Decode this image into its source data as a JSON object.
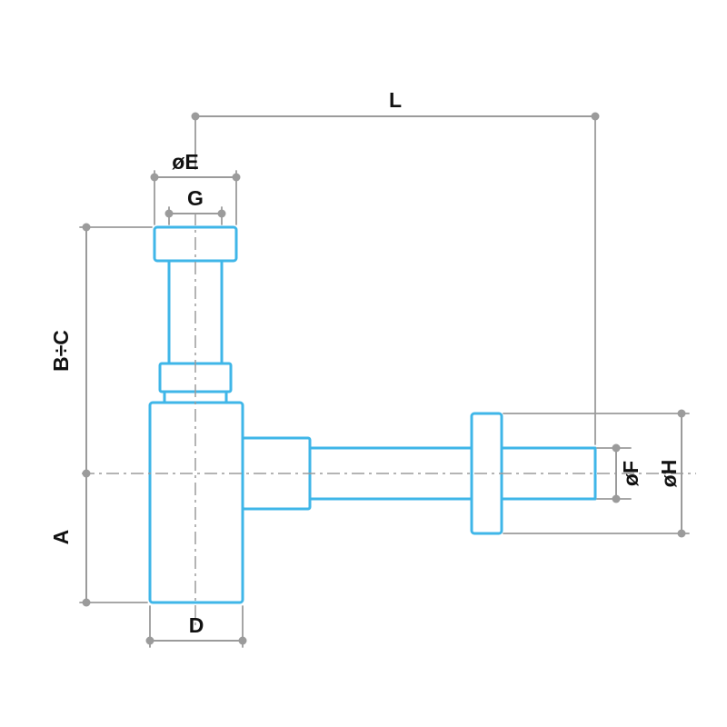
{
  "colors": {
    "part_outline": "#3fb6e8",
    "dimension_lines": "#9b9b9b",
    "label_text": "#111111",
    "background": "#ffffff"
  },
  "dimensions": {
    "L": "L",
    "E": "øE",
    "G": "G",
    "BC": "B÷C",
    "A": "A",
    "D": "D",
    "F": "øF",
    "H": "øH"
  }
}
